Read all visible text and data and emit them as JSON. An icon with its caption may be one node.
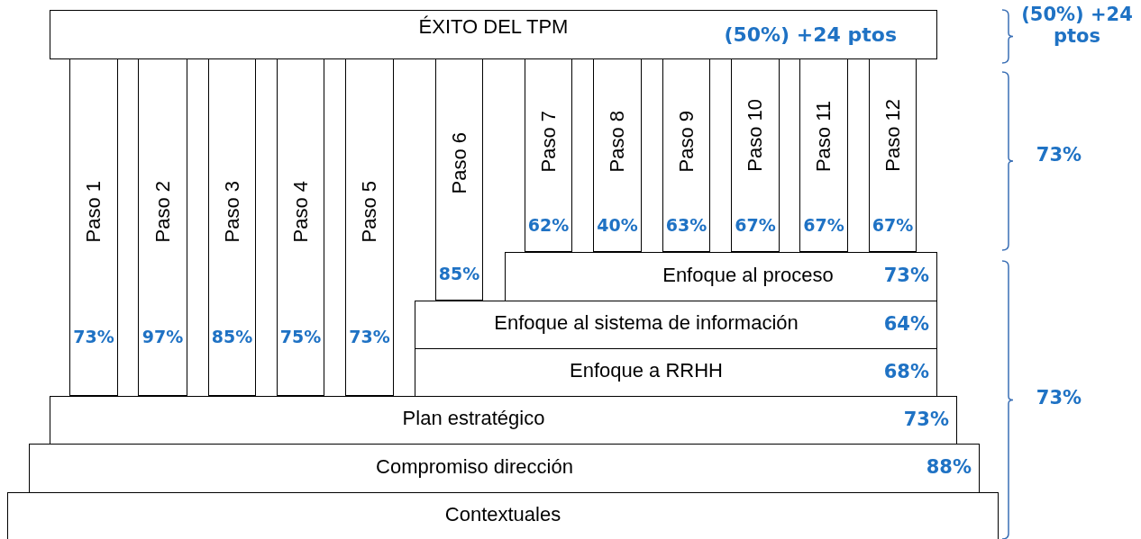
{
  "diagram": {
    "nodes": [
      {
        "text": [
          "ÉXITO DEL TPM",
          "(50%) +24 ptos"
        ]
      },
      {
        "text": [
          "Paso 1",
          "73%"
        ]
      },
      {
        "text": [
          "Paso 2",
          "97%"
        ]
      },
      {
        "text": [
          "Paso 3",
          "85%"
        ]
      },
      {
        "text": [
          "Paso 4",
          "75%"
        ]
      },
      {
        "text": [
          "Paso 5",
          "73%"
        ]
      },
      {
        "text": [
          "Paso 6",
          "85%"
        ]
      },
      {
        "text": [
          "Paso 7",
          "62%"
        ]
      },
      {
        "text": [
          "Paso 8",
          "40%"
        ]
      },
      {
        "text": [
          "Paso 9",
          "63%"
        ]
      },
      {
        "text": [
          "Paso 10",
          "67%"
        ]
      },
      {
        "text": [
          "Paso 11",
          "67%"
        ]
      },
      {
        "text": [
          "Paso 12",
          "67%"
        ]
      },
      {
        "text": [
          "Enfoque al proceso",
          "73%"
        ]
      },
      {
        "text": [
          "Enfoque al sistema de información",
          "64%"
        ]
      },
      {
        "text": [
          "Enfoque a RRHH",
          "68%"
        ]
      },
      {
        "text": [
          "Plan estratégico",
          "73%"
        ]
      },
      {
        "text": [
          "Compromiso dirección",
          "88%"
        ]
      },
      {
        "text": [
          "Contextuales"
        ]
      }
    ],
    "labels": [
      "(50%) +24 ptos",
      "73%",
      "73%"
    ]
  }
}
